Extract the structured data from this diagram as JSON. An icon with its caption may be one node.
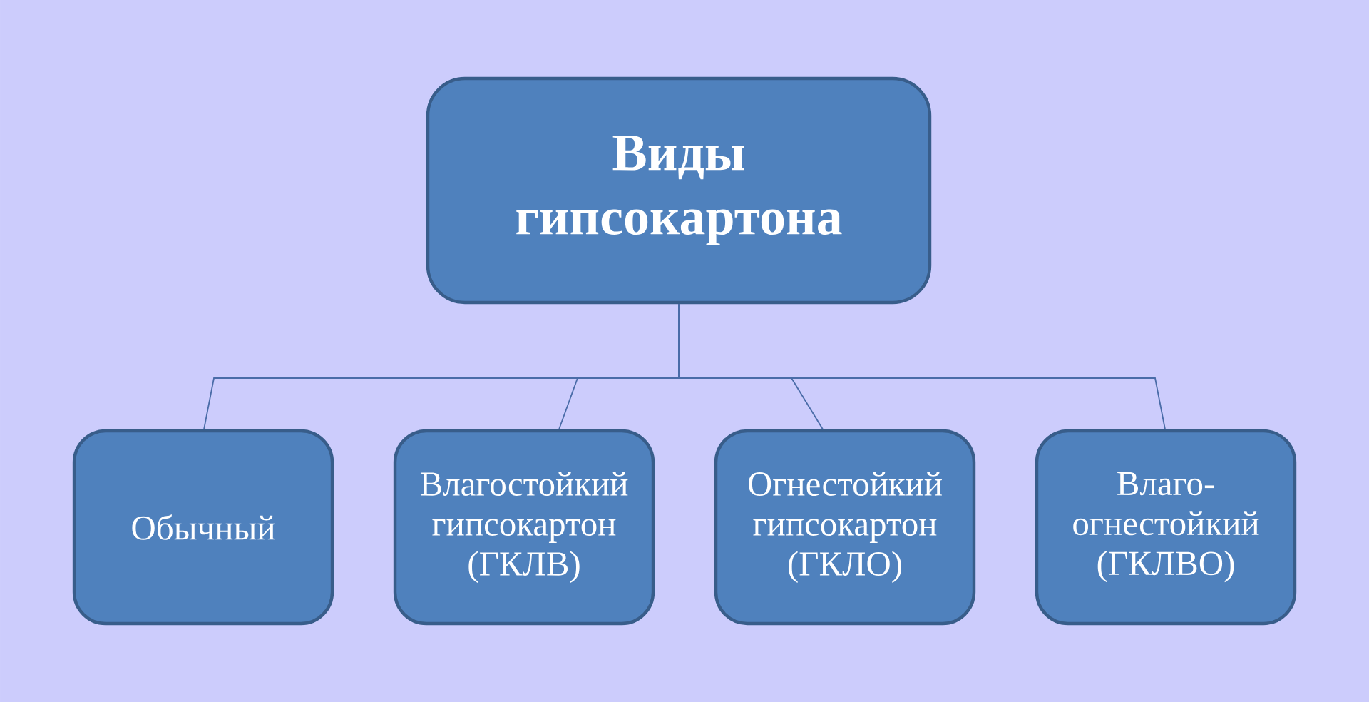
{
  "diagram": {
    "nodes": [
      {
        "text": [
          "Виды гипсокартона"
        ]
      },
      {
        "text": [
          "Обычный"
        ]
      },
      {
        "text": [
          "Влагостойкий гипсокартон (ГКЛВ)"
        ]
      },
      {
        "text": [
          "Огнестойкий гипсокартон (ГКЛО)"
        ]
      },
      {
        "text": [
          "Влаго- огнестойкий (ГКЛВО)"
        ]
      }
    ],
    "edges": [
      {
        "from": 0,
        "to": 1,
        "arrow": "none"
      },
      {
        "from": 0,
        "to": 2,
        "arrow": "none"
      },
      {
        "from": 0,
        "to": 3,
        "arrow": "none"
      },
      {
        "from": 0,
        "to": 4,
        "arrow": "none"
      }
    ]
  }
}
